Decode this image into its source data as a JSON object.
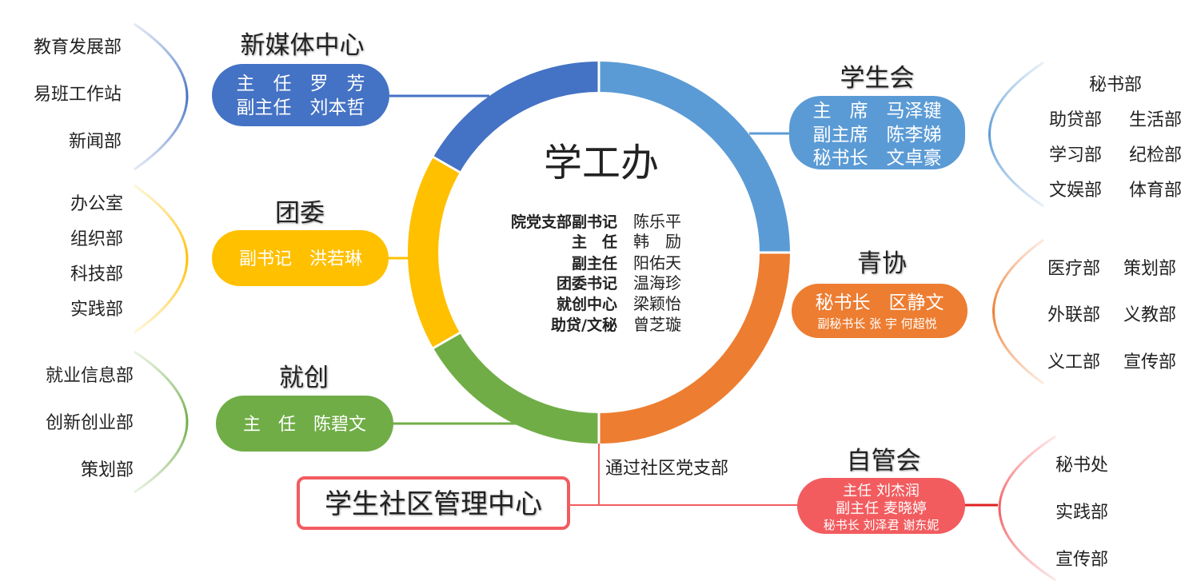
{
  "center": {
    "title": "学工办",
    "staff": [
      {
        "role": "院党支部副书记",
        "name": "陈乐平"
      },
      {
        "role": "主　任",
        "name": "韩　励"
      },
      {
        "role": "副主任",
        "name": "阳佑天"
      },
      {
        "role": "团委书记",
        "name": "温海珍"
      },
      {
        "role": "就创中心",
        "name": "梁颖怡"
      },
      {
        "role": "助贷/文秘",
        "name": "曾芝璇"
      }
    ]
  },
  "colors": {
    "blue_dark": "#4472c4",
    "blue_light": "#5b9bd5",
    "orange": "#ed7d31",
    "yellow": "#ffc000",
    "green": "#70ad47",
    "red": "#f25c5f"
  },
  "new_media": {
    "title": "新媒体中心",
    "lines": [
      "主　任　罗　芳",
      "副主任　刘本哲"
    ],
    "depts": [
      "教育发展部",
      "易班工作站",
      "新闻部"
    ]
  },
  "league": {
    "title": "团委",
    "lines": [
      "副书记　洪若琳"
    ],
    "depts": [
      "办公室",
      "组织部",
      "科技部",
      "实践部"
    ]
  },
  "career": {
    "title": "就创",
    "lines": [
      "主　任　陈碧文"
    ],
    "depts": [
      "就业信息部",
      "创新创业部",
      "策划部"
    ]
  },
  "student_union": {
    "title": "学生会",
    "lines": [
      "主　席　马泽键",
      "副主席　陈李娣",
      "秘书长　文卓豪"
    ],
    "depts": [
      "秘书部",
      "助贷部",
      "生活部",
      "学习部",
      "纪检部",
      "文娱部",
      "体育部"
    ]
  },
  "youth_assoc": {
    "title": "青协",
    "lines": [
      "秘书长　区静文",
      "副秘书长 张 宇 何超悦"
    ],
    "depts": [
      "医疗部",
      "策划部",
      "外联部",
      "义教部",
      "义工部",
      "宣传部"
    ]
  },
  "self_manage": {
    "title": "自管会",
    "lines": [
      "主任 刘杰润",
      "副主任 麦晓婷",
      "秘书长 刘泽君 谢东妮"
    ],
    "depts": [
      "秘书处",
      "实践部",
      "宣传部"
    ]
  },
  "community": {
    "title": "学生社区管理中心",
    "via": "通过社区党支部"
  }
}
